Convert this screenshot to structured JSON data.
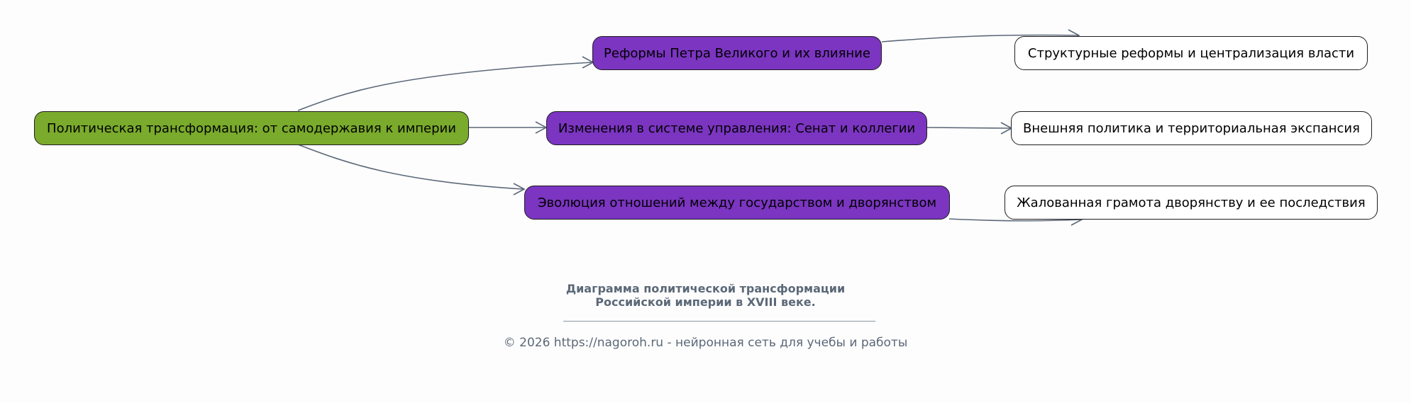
{
  "diagram": {
    "nodes": {
      "root": "Политическая трансформация: от самодержавия к империи",
      "mid1": "Реформы Петра Великого и их влияние",
      "mid2": "Изменения в системе управления: Сенат и коллегии",
      "mid3": "Эволюция отношений между государством и дворянством",
      "leaf1": "Структурные реформы и централизация власти",
      "leaf2": "Внешняя политика и территориальная экспансия",
      "leaf3": "Жалованная грамота дворянству и ее последствия"
    },
    "edges": [
      {
        "from": "root",
        "to": "mid1"
      },
      {
        "from": "root",
        "to": "mid2"
      },
      {
        "from": "root",
        "to": "mid3"
      },
      {
        "from": "mid1",
        "to": "leaf1"
      },
      {
        "from": "mid2",
        "to": "leaf2"
      },
      {
        "from": "mid3",
        "to": "leaf3"
      }
    ],
    "caption_line1": "Диаграмма политической трансформации",
    "caption_line2": "Российской империи в XVIII веке.",
    "copyright": "© 2026 https://nagoroh.ru - нейронная сеть для учебы и работы"
  },
  "colors": {
    "root_fill": "#7aab2c",
    "mid_fill": "#7b35c1",
    "leaf_fill": "#ffffff",
    "edge": "#5b6878"
  }
}
